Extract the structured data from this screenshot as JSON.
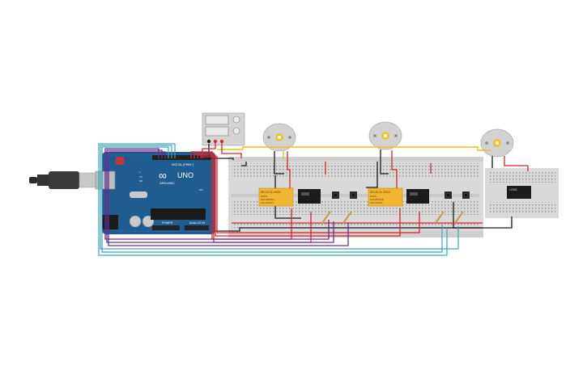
{
  "board": {
    "logo": "∞",
    "name": "UNO",
    "subname": "ARDUINO",
    "digital_label": "DIGITAL (PWM~)",
    "power_label": "POWER",
    "analog_label": "ANALOG IN",
    "tx_label": "TX",
    "rx_label": "RX",
    "l_label": "L",
    "on_label": "ON"
  },
  "relays": [
    {
      "label": "RELAY-SL-5VDC",
      "lines": [
        "5VDC",
        "10A 250VAC",
        "10A 30VDC"
      ]
    },
    {
      "label": "RELAY-SL-5VDC",
      "lines": [
        "5VDC",
        "10A 250VAC",
        "10A 30VDC"
      ]
    }
  ],
  "chip_label": "L293D",
  "colors": {
    "board_blue": "#1f5c8f",
    "breadboard": "#d9d9d9",
    "wire_red": "#d9252a",
    "wire_black": "#1a1a1a",
    "wire_yellow": "#e7c21c",
    "wire_purple": "#6a2c91",
    "wire_cyan": "#3aa7b8",
    "relay_yellow": "#f2b632"
  }
}
